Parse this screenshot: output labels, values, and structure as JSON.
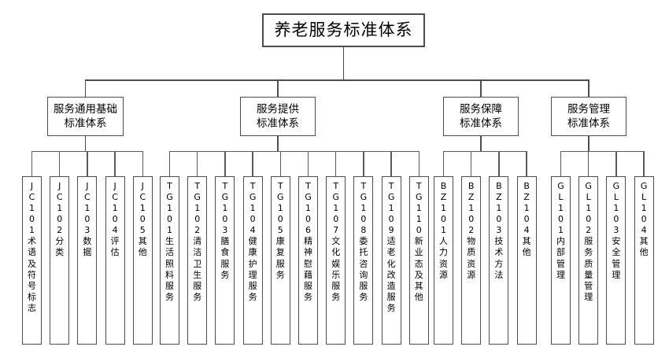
{
  "diagram": {
    "title": "养老服务标准体系",
    "root": {
      "label": "养老服务标准体系"
    },
    "branches": [
      {
        "id": "JC",
        "label": "服务通用基础\n标准体系"
      },
      {
        "id": "TG",
        "label": "服务提供\n标准体系"
      },
      {
        "id": "BZ",
        "label": "服务保障\n标准体系"
      },
      {
        "id": "GL",
        "label": "服务管理\n标准体系"
      }
    ],
    "leaves": {
      "JC": [
        {
          "code": "JC101",
          "name": "术语及符号标志"
        },
        {
          "code": "JC102",
          "name": "分类"
        },
        {
          "code": "JC103",
          "name": "数据"
        },
        {
          "code": "JC104",
          "name": "评估"
        },
        {
          "code": "JC105",
          "name": "其他"
        }
      ],
      "TG": [
        {
          "code": "TG101",
          "name": "生活照料服务"
        },
        {
          "code": "TG102",
          "name": "清洁卫生服务"
        },
        {
          "code": "TG103",
          "name": "膳食服务"
        },
        {
          "code": "TG104",
          "name": "健康护理服务"
        },
        {
          "code": "TG105",
          "name": "康复服务"
        },
        {
          "code": "TG106",
          "name": "精神慰藉服务"
        },
        {
          "code": "TG107",
          "name": "文化娱乐服务"
        },
        {
          "code": "TG108",
          "name": "委托咨询服务"
        },
        {
          "code": "TG109",
          "name": "适老化改造服务"
        },
        {
          "code": "TG110",
          "name": "新业态及其他"
        }
      ],
      "BZ": [
        {
          "code": "BZ101",
          "name": "人力资源"
        },
        {
          "code": "BZ102",
          "name": "物质资源"
        },
        {
          "code": "BZ103",
          "name": "技术方法"
        },
        {
          "code": "BZ104",
          "name": "其他"
        }
      ],
      "GL": [
        {
          "code": "GL101",
          "name": "内部管理"
        },
        {
          "code": "GL102",
          "name": "服务质量管理"
        },
        {
          "code": "GL103",
          "name": "安全管理"
        },
        {
          "code": "GL104",
          "name": "其他"
        }
      ]
    },
    "colors": {
      "stroke": "#4d4d4d",
      "background": "#ffffff",
      "text": "#000000"
    }
  }
}
